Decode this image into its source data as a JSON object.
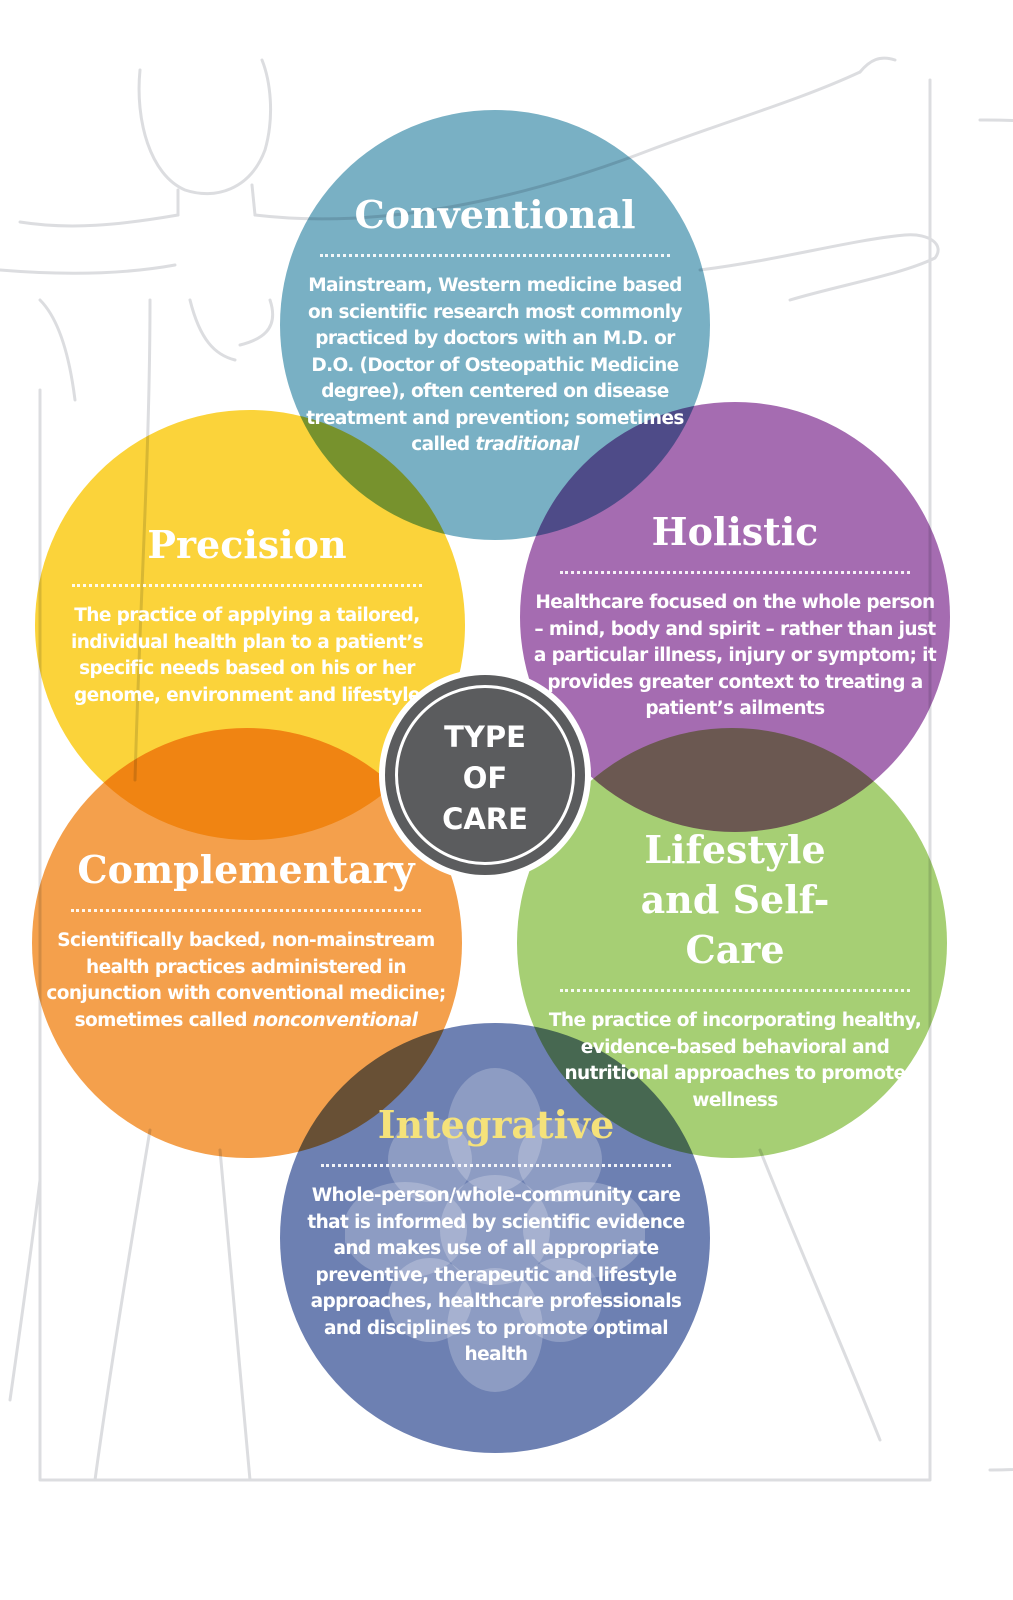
{
  "center_label": "TYPE\nOF\nCARE",
  "categories": {
    "conventional": {
      "title": "Conventional",
      "desc_main": "Mainstream, Western medicine based on scientific research most commonly practiced by doctors with an M.D. or D.O. (Doctor of Osteopathic Medicine degree), often centered on disease treatment and prevention; sometimes called ",
      "desc_em": "traditional",
      "color": "#79b0c4"
    },
    "precision": {
      "title": "Precision",
      "desc_main": "The practice of applying a tailored, individual health plan to a patient’s specific needs based on his or her genome, environment and lifestyle",
      "color": "#fbd33a"
    },
    "holistic": {
      "title": "Holistic",
      "desc_main": "Healthcare focused on the whole person – mind, body and spirit – rather than just a particular illness, injury or symptom; it provides greater context to treating a patient’s ailments",
      "color": "#a56cb1"
    },
    "complementary": {
      "title": "Complementary",
      "desc_main": "Scientifically backed, non-mainstream health practices administered in conjunction with conventional medicine; sometimes called ",
      "desc_em": "nonconventional",
      "color": "#f4a04c"
    },
    "lifestyle": {
      "title": "Lifestyle and Self-Care",
      "desc_main": "The practice of incorporating healthy, evidence-based behavioral and nutritional approaches to promote wellness",
      "color": "#a6cf74"
    },
    "integrative": {
      "title": "Integrative",
      "desc_main": "Whole-person/whole-community care that is informed by scientific evidence and makes use of all appropriate preventive, therapeutic and lifestyle approaches, healthcare professionals and disciplines to promote optimal health",
      "color": "#6d80b2",
      "title_color": "#f5e27a"
    }
  }
}
